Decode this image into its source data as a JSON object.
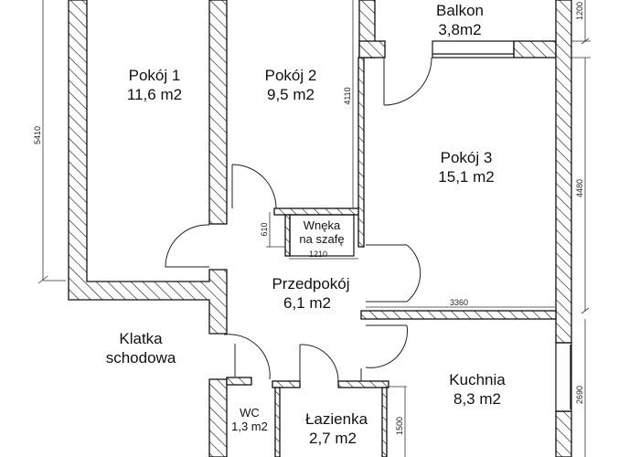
{
  "rooms": {
    "balkon": {
      "name": "Balkon",
      "area": "3,8m2"
    },
    "pokoj1": {
      "name": "Pokój 1",
      "area": "11,6 m2"
    },
    "pokoj2": {
      "name": "Pokój 2",
      "area": "9,5 m2"
    },
    "pokoj3": {
      "name": "Pokój 3",
      "area": "15,1 m2"
    },
    "wneka": {
      "line1": "Wnęka",
      "line2": "na szafę"
    },
    "przedpokoj": {
      "name": "Przedpokój",
      "area": "6,1 m2"
    },
    "klatka": {
      "line1": "Klatka",
      "line2": "schodowa"
    },
    "kuchnia": {
      "name": "Kuchnia",
      "area": "8,3 m2"
    },
    "wc": {
      "name": "WC",
      "area": "1,3 m2"
    },
    "lazienka": {
      "name": "Łazienka",
      "area": "2,7 m2"
    }
  },
  "dimensions": {
    "d5410": "5410",
    "d4110": "4110",
    "d1200": "1200",
    "d4480": "4480",
    "d2690": "2690",
    "d610": "610",
    "d1210": "1210",
    "d3360": "3360",
    "d1500": "1500"
  }
}
